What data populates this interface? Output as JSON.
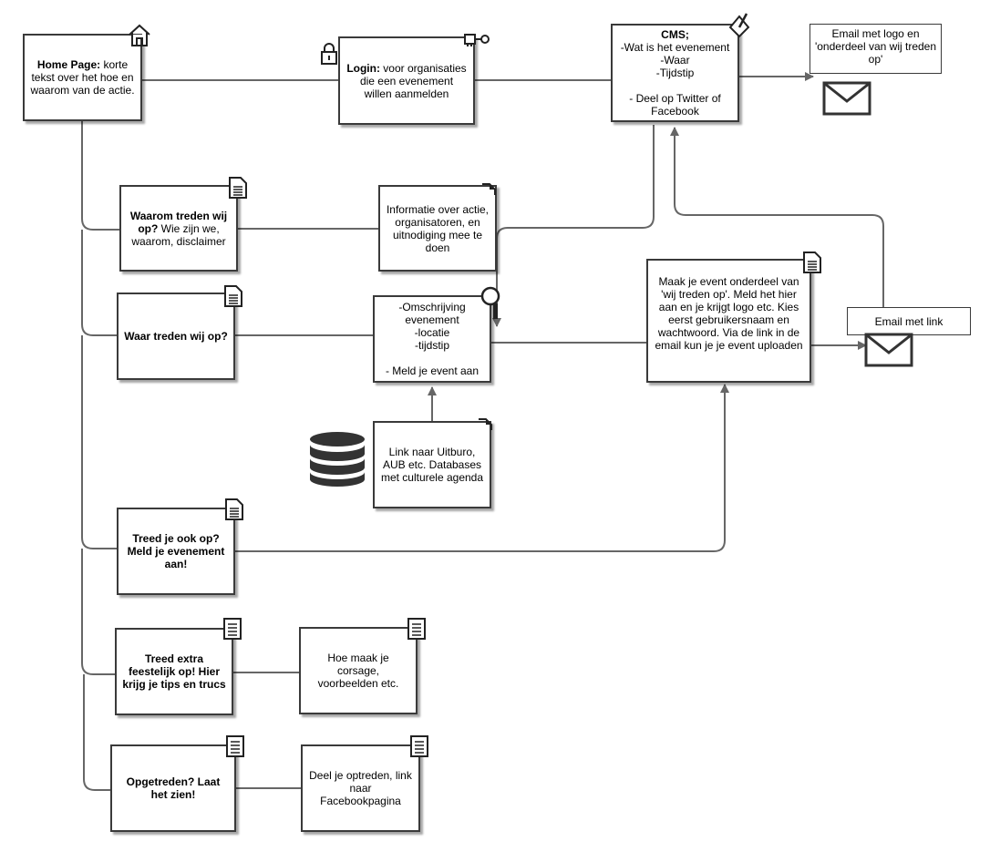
{
  "nodes": {
    "home": {
      "bold": "Home Page:",
      "text": " korte tekst over het hoe en waarom van de actie."
    },
    "login": {
      "bold": "Login:",
      "text": " voor organisaties die een evenement willen aanmelden"
    },
    "cms": {
      "bold": "CMS;",
      "text": "-Wat is het evenement\n-Waar\n-Tijdstip\n\n- Deel op Twitter of Facebook"
    },
    "email_logo": {
      "text": "Email met logo en 'onderdeel van wij treden op'"
    },
    "waarom": {
      "bold": "Waarom treden wij op?",
      "text": " Wie zijn we, waarom, disclaimer"
    },
    "informatie": {
      "text": "Informatie over actie, organisatoren, en uitnodiging mee te doen"
    },
    "waar": {
      "bold": "Waar treden wij op?",
      "text": ""
    },
    "omschrijving": {
      "text": "-Omschrijving evenement\n-locatie\n-tijdstip\n\n- Meld je event aan"
    },
    "maak_event": {
      "text": "Maak je event onderdeel van 'wij treden op'. Meld het hier aan en je krijgt logo etc. Kies eerst gebruikersnaam en wachtwoord. Via de link in de email kun je je event uploaden"
    },
    "email_link": {
      "text": "Email met link"
    },
    "uitburo": {
      "text": "Link naar Uitburo, AUB etc. Databases met culturele agenda"
    },
    "treed_ook": {
      "bold": "Treed je ook op? Meld je evenement aan!",
      "text": ""
    },
    "feestelijk": {
      "bold": "Treed extra feestelijk op! Hier krijg je tips en trucs",
      "text": ""
    },
    "corsage": {
      "text": "Hoe maak je corsage, voorbeelden etc."
    },
    "opgetreden": {
      "bold": "Opgetreden? Laat het zien!",
      "text": ""
    },
    "optreden": {
      "text": "Deel je optreden, link naar Facebookpagina"
    }
  },
  "icons": [
    "house-icon",
    "lock-icon",
    "key-icon",
    "pencil-icon",
    "document-icon",
    "mail-icon",
    "database-icon",
    "magnifier-icon"
  ],
  "colors": {
    "line": "#666666",
    "border": "#3a3a3a"
  }
}
